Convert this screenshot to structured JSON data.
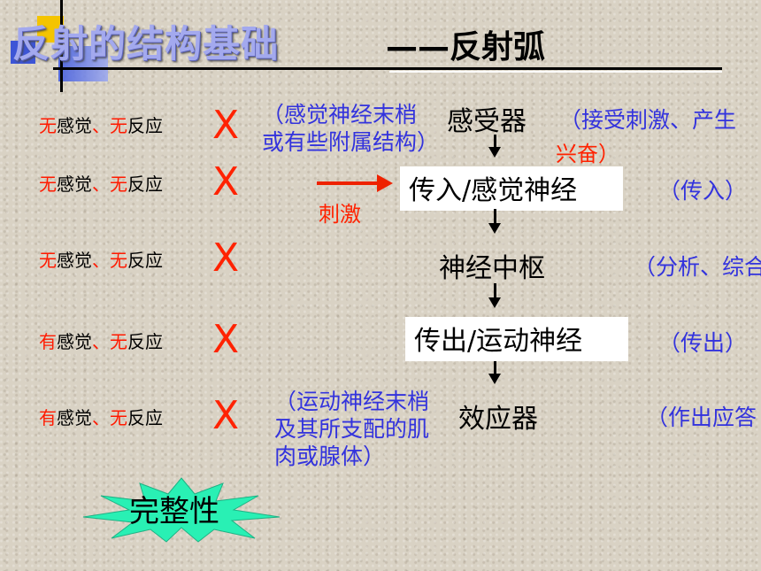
{
  "title": {
    "main": "反射的结构基础",
    "sub": "——反射弧"
  },
  "rows": [
    {
      "has_sense": "无",
      "sense": "感觉",
      "sep": "、",
      "has_response": "无",
      "response": "反应",
      "x": "X"
    },
    {
      "has_sense": "无",
      "sense": "感觉",
      "sep": "、",
      "has_response": "无",
      "response": "反应",
      "x": "X"
    },
    {
      "has_sense": "无",
      "sense": "感觉",
      "sep": "、",
      "has_response": "无",
      "response": "反应",
      "x": "X"
    },
    {
      "has_sense": "有",
      "sense": "感觉",
      "sep": "、",
      "has_response": "无",
      "response": "反应",
      "x": "X"
    },
    {
      "has_sense": "有",
      "sense": "感觉",
      "sep": "、",
      "has_response": "无",
      "response": "反应",
      "x": "X"
    }
  ],
  "chain": {
    "receptor": "感受器",
    "afferent": "传入/感觉神经",
    "center": "神经中枢",
    "efferent": "传出/运动神经",
    "effector": "效应器"
  },
  "notes_left": {
    "receptor_line1": "（感觉神经末梢",
    "receptor_line2": "或有些附属结构）",
    "effector_line1": "（运动神经末梢",
    "effector_line2": "及其所支配的肌",
    "effector_line3": "肉或腺体）"
  },
  "notes_right": {
    "receptor_line1": "（接受刺激、产生",
    "receptor_line2": "兴奋）",
    "afferent": "（传入）",
    "center": "（分析、综合",
    "efferent": "（传出）",
    "effector": "（作出应答"
  },
  "stimulus": "刺激",
  "completeness": "完整性",
  "colors": {
    "red": "#ff1a00",
    "blue": "#3333dd",
    "title": "#a3a9ee",
    "star": "#29f0b4"
  }
}
